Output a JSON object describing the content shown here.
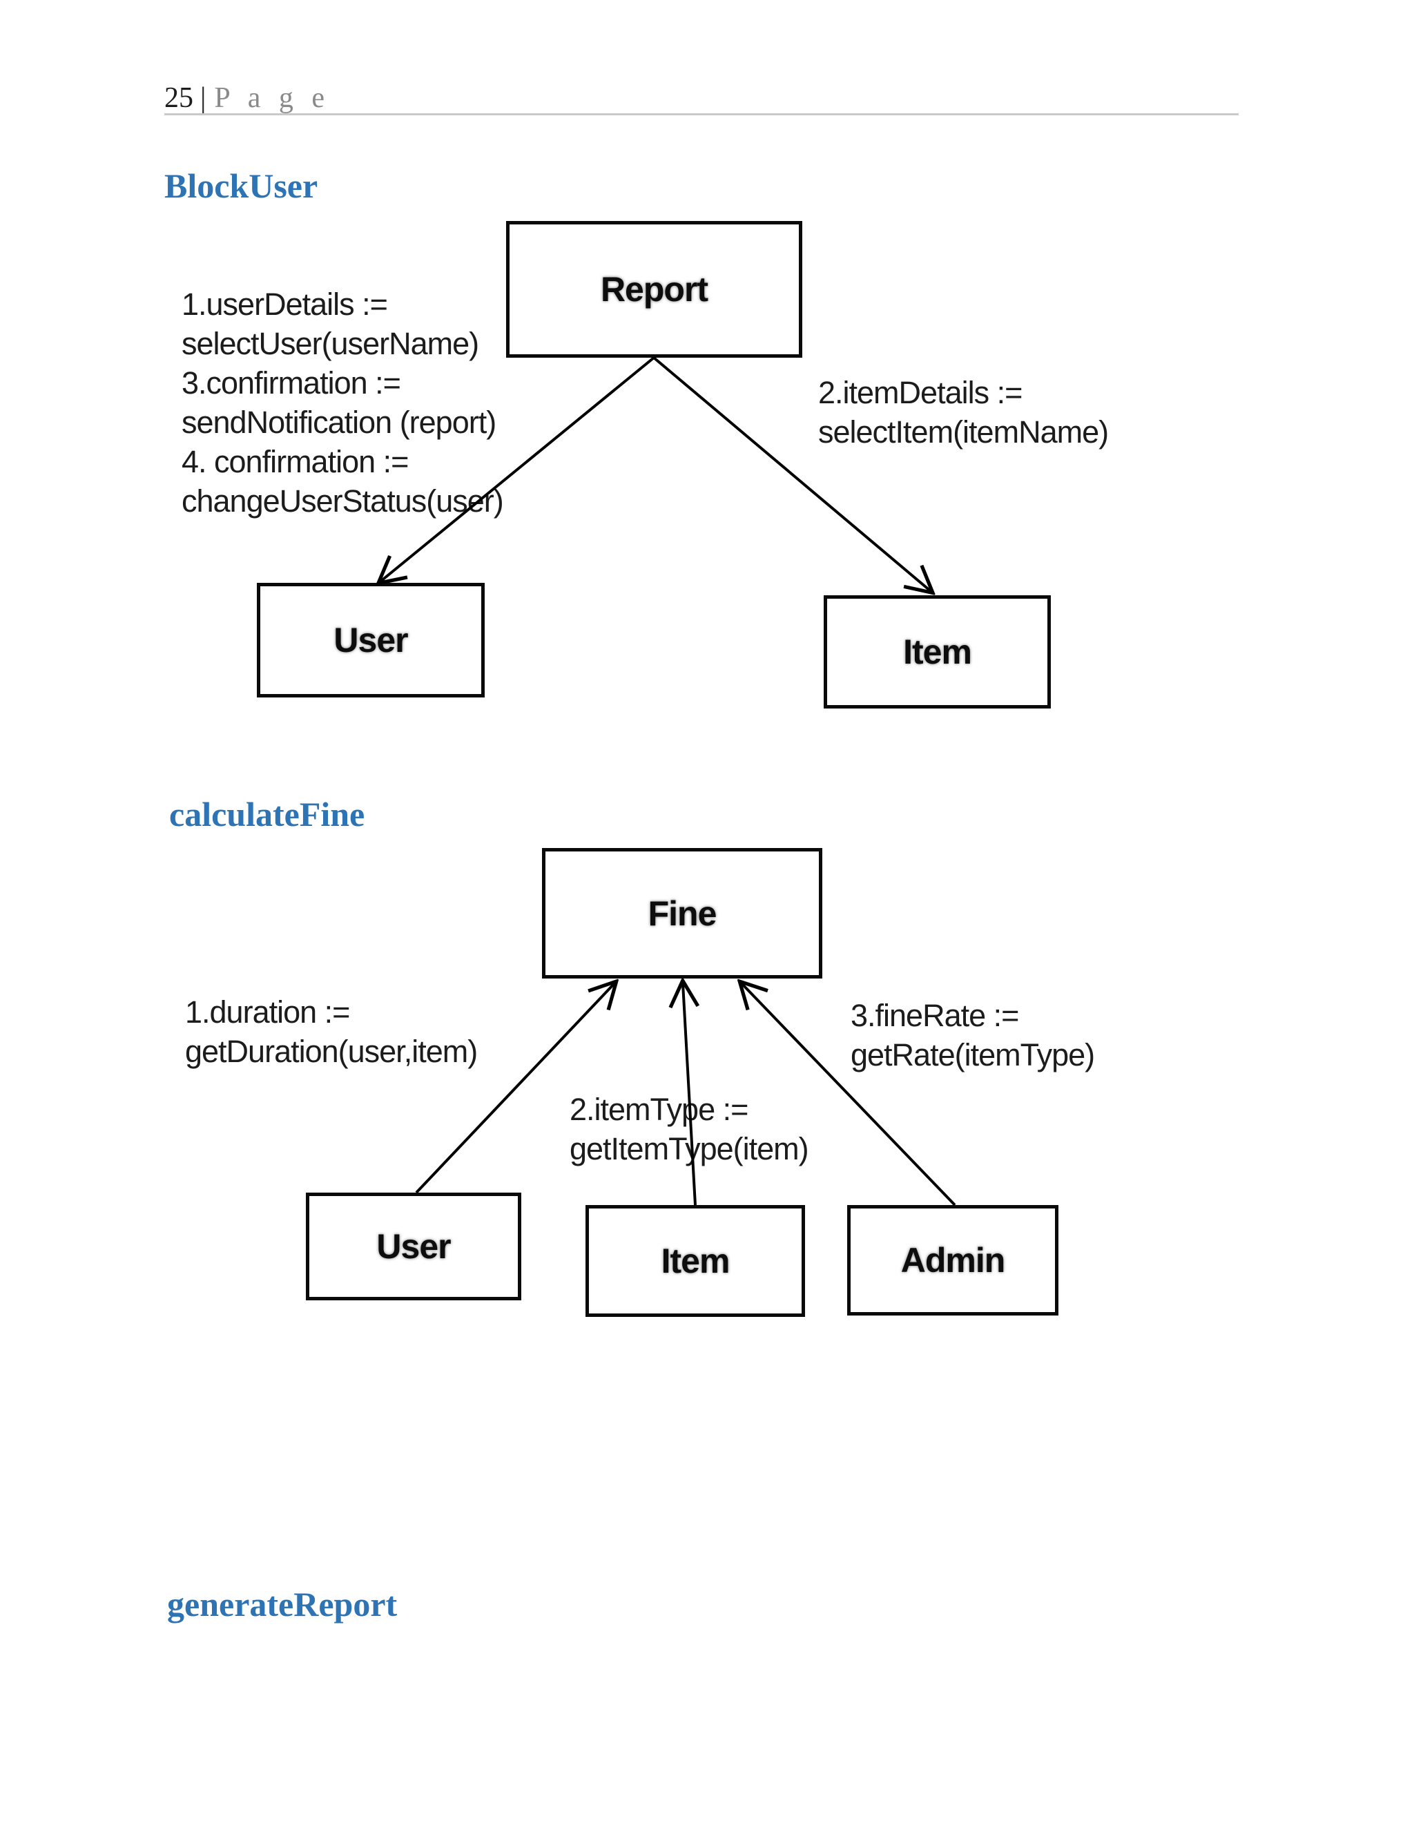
{
  "header": {
    "page_number": "25",
    "divider": "|",
    "page_word": "P a g e"
  },
  "headings": {
    "section1": "BlockUser",
    "section2": "calculateFine",
    "section3": "generateReport"
  },
  "diagram1": {
    "nodes": {
      "report": "Report",
      "user": "User",
      "item": "Item"
    },
    "left_note": [
      "1.userDetails :=",
      "selectUser(userName)",
      "3.confirmation :=",
      "sendNotification (report)",
      "4. confirmation :=",
      "changeUserStatus(user)"
    ],
    "right_note": [
      "2.itemDetails :=",
      "selectItem(itemName)"
    ]
  },
  "diagram2": {
    "nodes": {
      "fine": "Fine",
      "user": "User",
      "item": "Item",
      "admin": "Admin"
    },
    "left_note": [
      "1.duration :=",
      "getDuration(user,item)"
    ],
    "middle_note": [
      "2.itemType :=",
      "getItemType(item)"
    ],
    "right_note": [
      "3.fineRate :=",
      "getRate(itemType)"
    ]
  },
  "colors": {
    "heading_blue": "#2e74b5",
    "body_text": "#1c1c1c",
    "page_word_gray": "#8a8a8a",
    "rule_gray": "#c9c9c9",
    "diagram_black": "#000000"
  }
}
